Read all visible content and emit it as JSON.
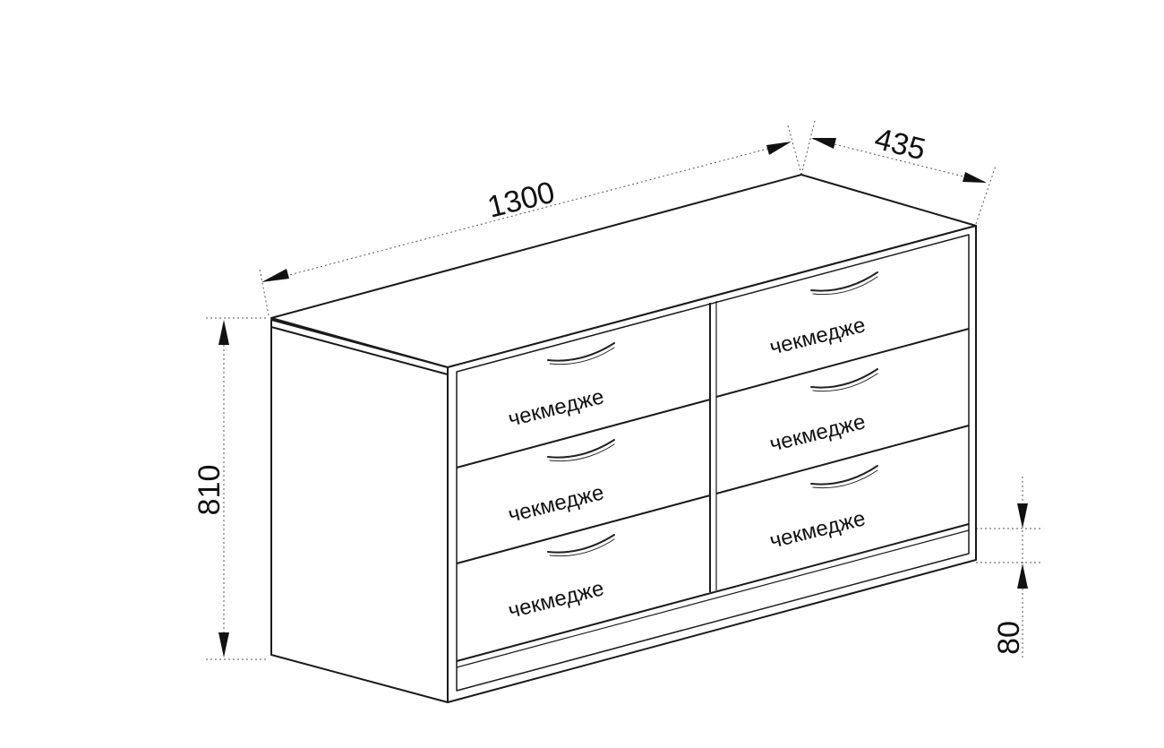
{
  "dimensions": {
    "width": "1300",
    "depth": "435",
    "height": "810",
    "plinth": "80"
  },
  "drawer_label": "чекмедже",
  "drawers": {
    "left": [
      "чекмедже",
      "чекмедже",
      "чекмедже"
    ],
    "right": [
      "чекмедже",
      "чекмедже",
      "чекмедже"
    ]
  }
}
